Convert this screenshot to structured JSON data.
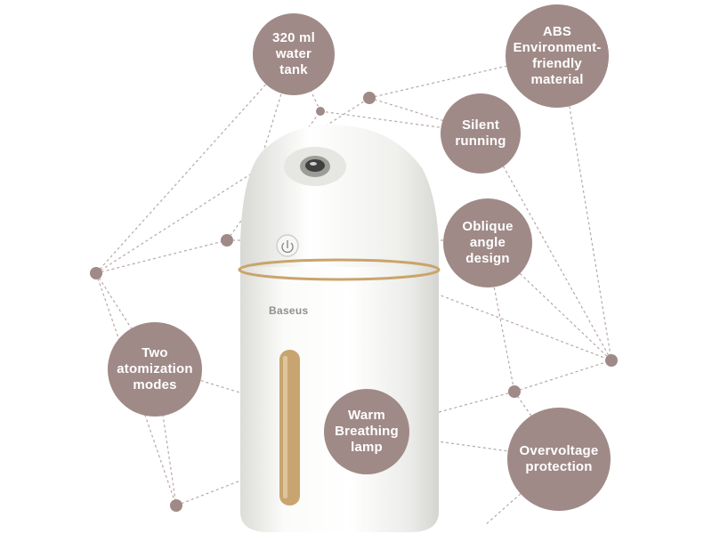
{
  "product": {
    "brand": "Baseus",
    "colors": {
      "badge": "#9f8a87",
      "network_line": "#b7a8a5",
      "body": "#f4f4f2",
      "gold_accent": "#c9a46a"
    }
  },
  "features": [
    {
      "id": "water-tank",
      "label": "320 ml\nwater tank"
    },
    {
      "id": "abs-material",
      "label": "ABS\nEnvironment-\nfriendly\nmaterial"
    },
    {
      "id": "silent-running",
      "label": "Silent\nrunning"
    },
    {
      "id": "oblique-angle",
      "label": "Oblique\nangle\ndesign"
    },
    {
      "id": "atomization-modes",
      "label": "Two\natomization\nmodes"
    },
    {
      "id": "breathing-lamp",
      "label": "Warm\nBreathing\nlamp"
    },
    {
      "id": "overvoltage",
      "label": "Overvoltage\nprotection"
    }
  ]
}
